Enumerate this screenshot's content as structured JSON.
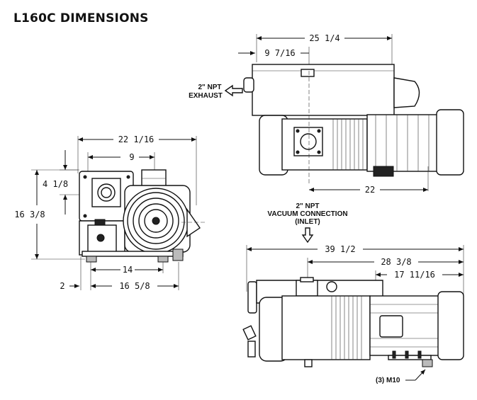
{
  "title": "L160C DIMENSIONS",
  "dimensions": {
    "side_total_width": "22 1/16",
    "side_flange_width": "9",
    "side_flange_height": "4 1/8",
    "side_total_height": "16 3/8",
    "side_foot_spacing": "14",
    "side_foot_offset": "2",
    "side_base_width": "16 5/8",
    "top_total_length": "25 1/4",
    "top_exhaust_offset": "9 7/16",
    "top_motor_span": "22",
    "front_total_length": "39 1/2",
    "front_inlet_to_end": "28 3/8",
    "front_motor_length": "17 11/16"
  },
  "labels": {
    "exhaust_line1": "2\" NPT",
    "exhaust_line2": "EXHAUST",
    "inlet_line1": "2\" NPT",
    "inlet_line2": "VACUUM CONNECTION",
    "inlet_line3": "(INLET)",
    "mount_bolts": "(3) M10"
  }
}
